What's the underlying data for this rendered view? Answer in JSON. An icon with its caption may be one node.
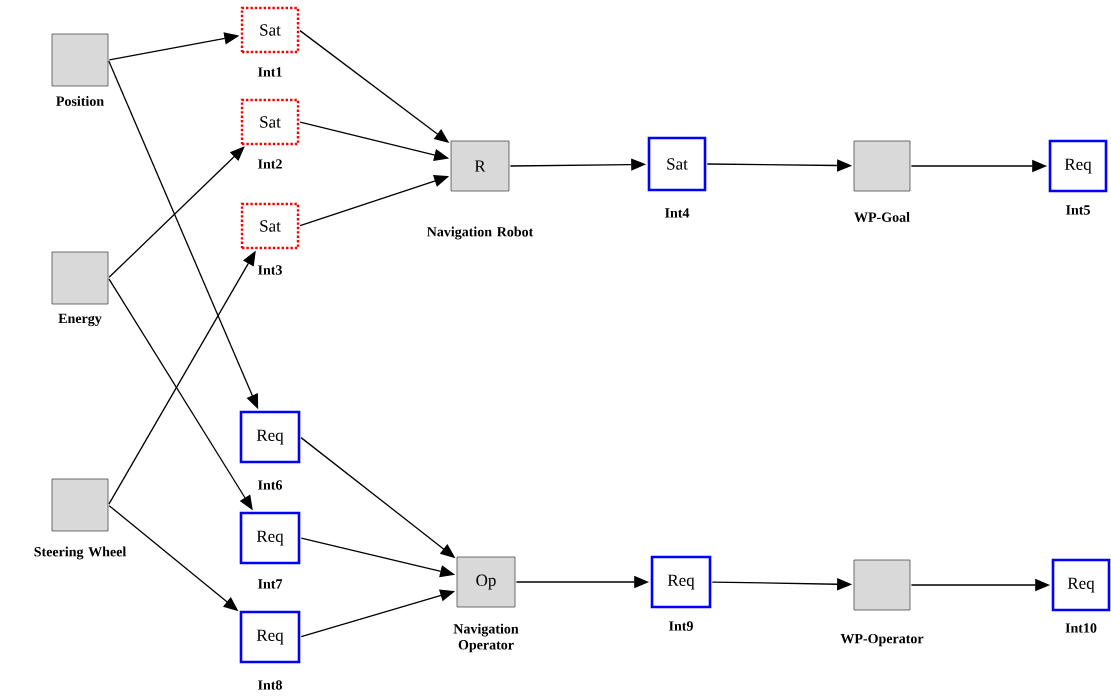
{
  "diagram": {
    "nodes": [
      {
        "text": [
          "Position"
        ]
      },
      {
        "text": [
          "Energy"
        ]
      },
      {
        "text": [
          "Steering Wheel"
        ]
      },
      {
        "text": [
          "Sat",
          "Int1"
        ]
      },
      {
        "text": [
          "Sat",
          "Int2"
        ]
      },
      {
        "text": [
          "Sat",
          "Int3"
        ]
      },
      {
        "text": [
          "R",
          "Navigation Robot"
        ]
      },
      {
        "text": [
          "Sat",
          "Int4"
        ]
      },
      {
        "text": [
          "WP-Goal"
        ]
      },
      {
        "text": [
          "Req",
          "Int5"
        ]
      },
      {
        "text": [
          "Req",
          "Int6"
        ]
      },
      {
        "text": [
          "Req",
          "Int7"
        ]
      },
      {
        "text": [
          "Req",
          "Int8"
        ]
      },
      {
        "text": [
          "Op",
          "Navigation Operator"
        ]
      },
      {
        "text": [
          "Req",
          "Int9"
        ]
      },
      {
        "text": [
          "WP-Operator"
        ]
      },
      {
        "text": [
          "Req",
          "Int10"
        ]
      }
    ],
    "edges": [
      {
        "from": 0,
        "to": 3,
        "arrow": "to"
      },
      {
        "from": 0,
        "to": 10,
        "arrow": "to"
      },
      {
        "from": 1,
        "to": 4,
        "arrow": "to"
      },
      {
        "from": 1,
        "to": 11,
        "arrow": "to"
      },
      {
        "from": 2,
        "to": 5,
        "arrow": "to"
      },
      {
        "from": 2,
        "to": 12,
        "arrow": "to"
      },
      {
        "from": 3,
        "to": 6,
        "arrow": "to"
      },
      {
        "from": 4,
        "to": 6,
        "arrow": "to"
      },
      {
        "from": 5,
        "to": 6,
        "arrow": "to"
      },
      {
        "from": 6,
        "to": 7,
        "arrow": "to"
      },
      {
        "from": 7,
        "to": 8,
        "arrow": "to"
      },
      {
        "from": 8,
        "to": 9,
        "arrow": "to"
      },
      {
        "from": 10,
        "to": 13,
        "arrow": "to"
      },
      {
        "from": 11,
        "to": 13,
        "arrow": "to"
      },
      {
        "from": 12,
        "to": 13,
        "arrow": "to"
      },
      {
        "from": 13,
        "to": 14,
        "arrow": "to"
      },
      {
        "from": 14,
        "to": 15,
        "arrow": "to"
      },
      {
        "from": 15,
        "to": 16,
        "arrow": "to"
      }
    ]
  }
}
